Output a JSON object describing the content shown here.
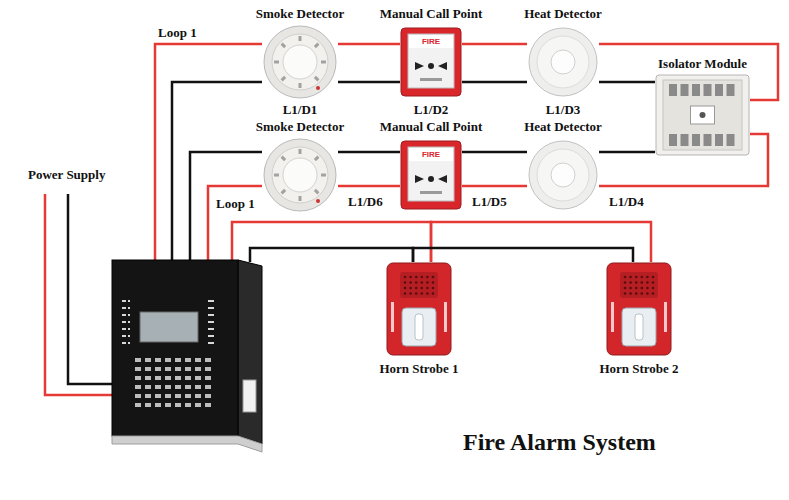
{
  "diagram": {
    "title": "Fire Alarm System",
    "nodes": [
      {
        "text": [
          "Smoke Detector",
          "L1/D1"
        ]
      },
      {
        "text": [
          "Manual Call Point",
          "L1/D2"
        ]
      },
      {
        "text": [
          "Heat Detector",
          "L1/D3"
        ]
      },
      {
        "text": [
          "Isolator Module"
        ]
      },
      {
        "text": [
          "Smoke Detector",
          "L1/D6"
        ]
      },
      {
        "text": [
          "Manual Call Point",
          "L1/D5"
        ]
      },
      {
        "text": [
          "Heat Detector",
          "L1/D4"
        ]
      },
      {
        "text": [
          "Horn Strobe 1"
        ]
      },
      {
        "text": [
          "Horn Strobe 2"
        ]
      }
    ],
    "edges": [
      {
        "from": 0,
        "to": 1,
        "arrow": "none"
      },
      {
        "from": 1,
        "to": 2,
        "arrow": "none"
      },
      {
        "from": 2,
        "to": 3,
        "arrow": "none"
      },
      {
        "from": 3,
        "to": 6,
        "arrow": "none"
      },
      {
        "from": 6,
        "to": 5,
        "arrow": "none"
      },
      {
        "from": 5,
        "to": 4,
        "arrow": "none"
      },
      {
        "from": 7,
        "to": 8,
        "arrow": "none"
      }
    ],
    "labels": [
      "Loop 1",
      "Loop 1",
      "Power Supply",
      "FIRE",
      "FIRE"
    ]
  }
}
